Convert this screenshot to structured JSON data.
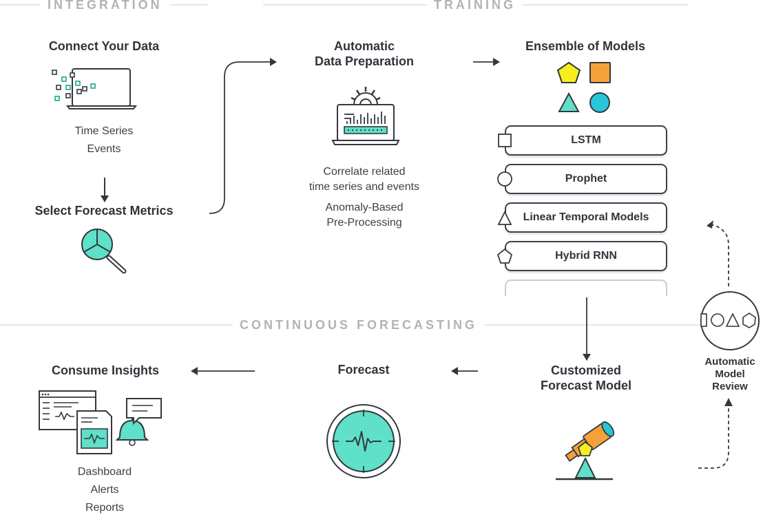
{
  "sections": {
    "integration": "INTEGRATION",
    "training": "TRAINING",
    "continuous": "CONTINUOUS FORECASTING"
  },
  "steps": {
    "connect": {
      "title": "Connect Your Data",
      "lines": [
        "Time Series",
        "Events"
      ],
      "icon": "laptop-data-icon"
    },
    "select": {
      "title": "Select Forecast Metrics",
      "icon": "magnifier-pie-icon"
    },
    "prep": {
      "title_lines": [
        "Automatic",
        "Data Preparation"
      ],
      "desc1": [
        "Correlate related",
        "time series and events"
      ],
      "desc2": [
        "Anomaly-Based",
        "Pre-Processing"
      ],
      "icon": "gear-laptop-icon"
    },
    "ensemble": {
      "title": "Ensemble of Models",
      "models": [
        "LSTM",
        "Prophet",
        "Linear Temporal Models",
        "Hybrid RNN"
      ],
      "shape_icons": [
        "pentagon-icon",
        "square-icon",
        "triangle-icon",
        "circle-icon"
      ]
    },
    "customized": {
      "title_lines": [
        "Customized",
        "Forecast Model"
      ],
      "icon": "telescope-icon"
    },
    "review": {
      "lines": [
        "Automatic",
        "Model",
        "Review"
      ],
      "icon": "shapes-circle-icon"
    },
    "forecast": {
      "title": "Forecast",
      "icon": "radar-pulse-icon"
    },
    "consume": {
      "title": "Consume Insights",
      "lines": [
        "Dashboard",
        "Alerts",
        "Reports"
      ],
      "icon": "dashboard-alerts-icon"
    }
  },
  "colors": {
    "teal": "#5fe0c8",
    "yellow": "#f7ee1f",
    "orange": "#f5a13a",
    "cyan": "#27c6d9",
    "ink": "#33383f",
    "line": "#c9ccd0",
    "label": "#b0b3b8"
  }
}
